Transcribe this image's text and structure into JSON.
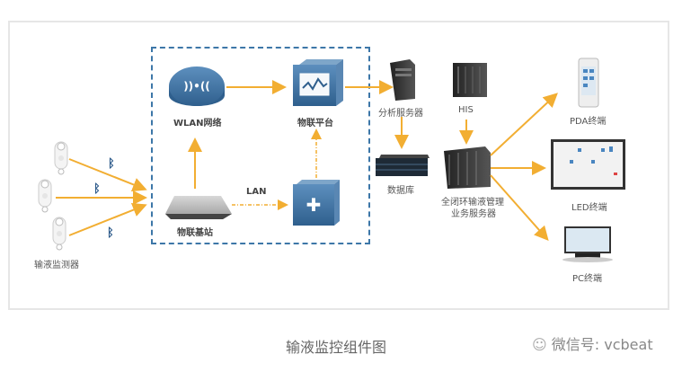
{
  "diagram": {
    "caption": "输液监控组件图",
    "watermark": "微信号: vcbeat",
    "colors": {
      "arrow": "#f2ae32",
      "dashed_border": "#3d77a8",
      "icon_blue": "#3d6f9d",
      "bluetooth": "#2d5a8a"
    },
    "nodes": {
      "monitors": "输液监测器",
      "wlan": "WLAN网络",
      "iot_platform": "物联平台",
      "base_station": "物联基站",
      "lan": "LAN",
      "analysis_server": "分析服务器",
      "his": "HIS",
      "database": "数据库",
      "business_server_line1": "全闭环输液管理",
      "business_server_line2": "业务服务器",
      "pda": "PDA终端",
      "led": "LED终端",
      "pc": "PC终端"
    }
  }
}
